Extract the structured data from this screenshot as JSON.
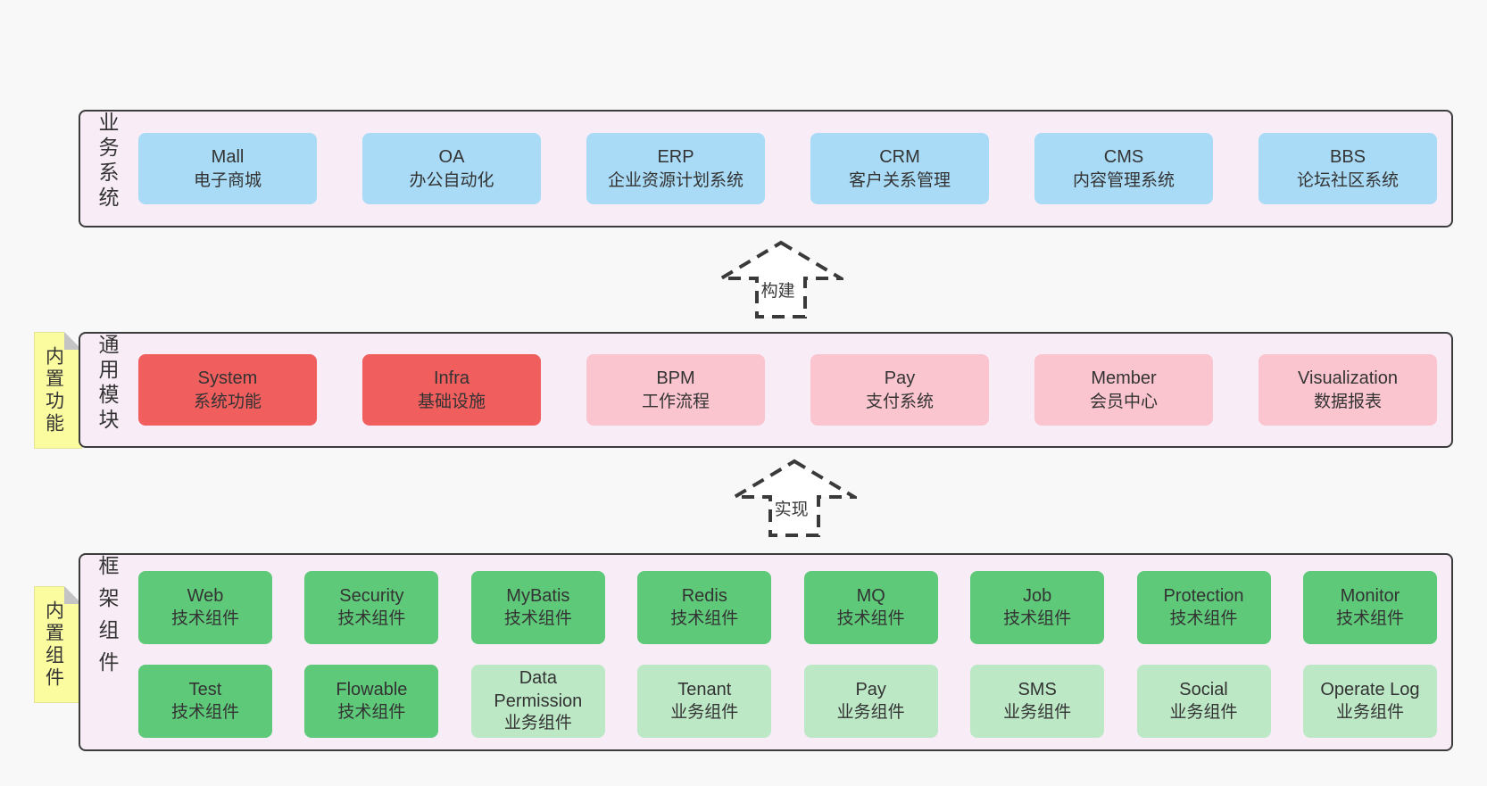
{
  "colors": {
    "page_bg": "#f8f8f8",
    "panel_bg": "#f8edf6",
    "panel_border": "#3c3c3c",
    "blue": "#a9dbf6",
    "red": "#f15e5e",
    "pink": "#fbc5cf",
    "green": "#5fc97a",
    "light_green": "#bde8c6",
    "yellow": "#fbfc9f",
    "fold_gray": "#c4c4c4",
    "text": "#333333",
    "arrow": "#3a3a3a"
  },
  "layers": {
    "business": {
      "label": "业务系统",
      "boxes": [
        {
          "title": "Mall",
          "subtitle": "电子商城"
        },
        {
          "title": "OA",
          "subtitle": "办公自动化"
        },
        {
          "title": "ERP",
          "subtitle": "企业资源计划系统"
        },
        {
          "title": "CRM",
          "subtitle": "客户关系管理"
        },
        {
          "title": "CMS",
          "subtitle": "内容管理系统"
        },
        {
          "title": "BBS",
          "subtitle": "论坛社区系统"
        }
      ]
    },
    "modules": {
      "label": "通用模块",
      "sticky": "内置功能",
      "boxes": [
        {
          "title": "System",
          "subtitle": "系统功能"
        },
        {
          "title": "Infra",
          "subtitle": "基础设施"
        },
        {
          "title": "BPM",
          "subtitle": "工作流程"
        },
        {
          "title": "Pay",
          "subtitle": "支付系统"
        },
        {
          "title": "Member",
          "subtitle": "会员中心"
        },
        {
          "title": "Visualization",
          "subtitle": "数据报表"
        }
      ]
    },
    "components": {
      "label": "框架组件",
      "sticky": "内置组件",
      "row1": [
        {
          "title": "Web",
          "subtitle": "技术组件"
        },
        {
          "title": "Security",
          "subtitle": "技术组件"
        },
        {
          "title": "MyBatis",
          "subtitle": "技术组件"
        },
        {
          "title": "Redis",
          "subtitle": "技术组件"
        },
        {
          "title": "MQ",
          "subtitle": "技术组件"
        },
        {
          "title": "Job",
          "subtitle": "技术组件"
        },
        {
          "title": "Protection",
          "subtitle": "技术组件"
        },
        {
          "title": "Monitor",
          "subtitle": "技术组件"
        }
      ],
      "row2": [
        {
          "title": "Test",
          "subtitle": "技术组件"
        },
        {
          "title": "Flowable",
          "subtitle": "技术组件"
        },
        {
          "title": "Data Permission",
          "subtitle": "业务组件"
        },
        {
          "title": "Tenant",
          "subtitle": "业务组件"
        },
        {
          "title": "Pay",
          "subtitle": "业务组件"
        },
        {
          "title": "SMS",
          "subtitle": "业务组件"
        },
        {
          "title": "Social",
          "subtitle": "业务组件"
        },
        {
          "title": "Operate Log",
          "subtitle": "业务组件"
        }
      ]
    }
  },
  "arrows": {
    "build": {
      "label": "构建"
    },
    "implement": {
      "label": "实现"
    }
  }
}
